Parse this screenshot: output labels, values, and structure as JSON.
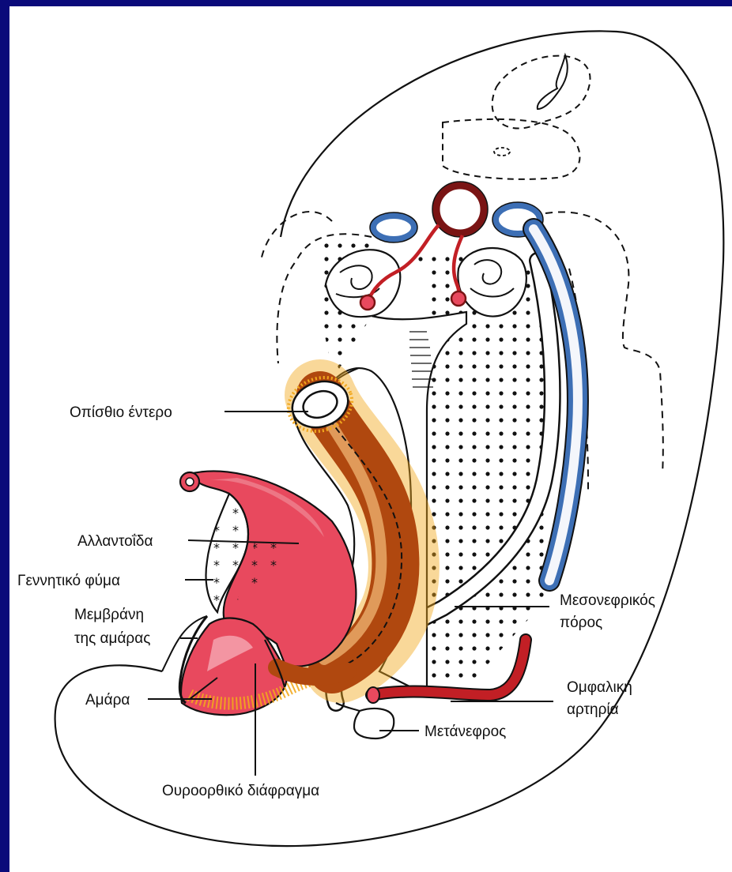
{
  "labels": {
    "hindgut": "Οπίσθιο έντερο",
    "allantois": "Αλλαντοΐδα",
    "genital_tubercle": "Γεννητικό φύμα",
    "cloacal_membrane_line1": "Μεμβράνη",
    "cloacal_membrane_line2": "της αμάρας",
    "cloaca": "Αμάρα",
    "urorectal_septum": "Ουροορθικό διάφραγμα",
    "mesonephric_duct_line1": "Μεσονεφρικός",
    "mesonephric_duct_line2": "πόρος",
    "umbilical_artery_line1": "Ομφαλική",
    "umbilical_artery_line2": "αρτηρία",
    "metanephros": "Μετάνεφρος"
  },
  "colors": {
    "background": "#0a0a7a",
    "canvas": "#ffffff",
    "outline": "#111111",
    "allantois_pink": "#e8495e",
    "gut_brown": "#b0480f",
    "gut_yellow": "#f2a81d",
    "artery_red": "#c21f25",
    "aorta_darkred": "#7a1414",
    "vein_blue": "#3d6fb5"
  }
}
